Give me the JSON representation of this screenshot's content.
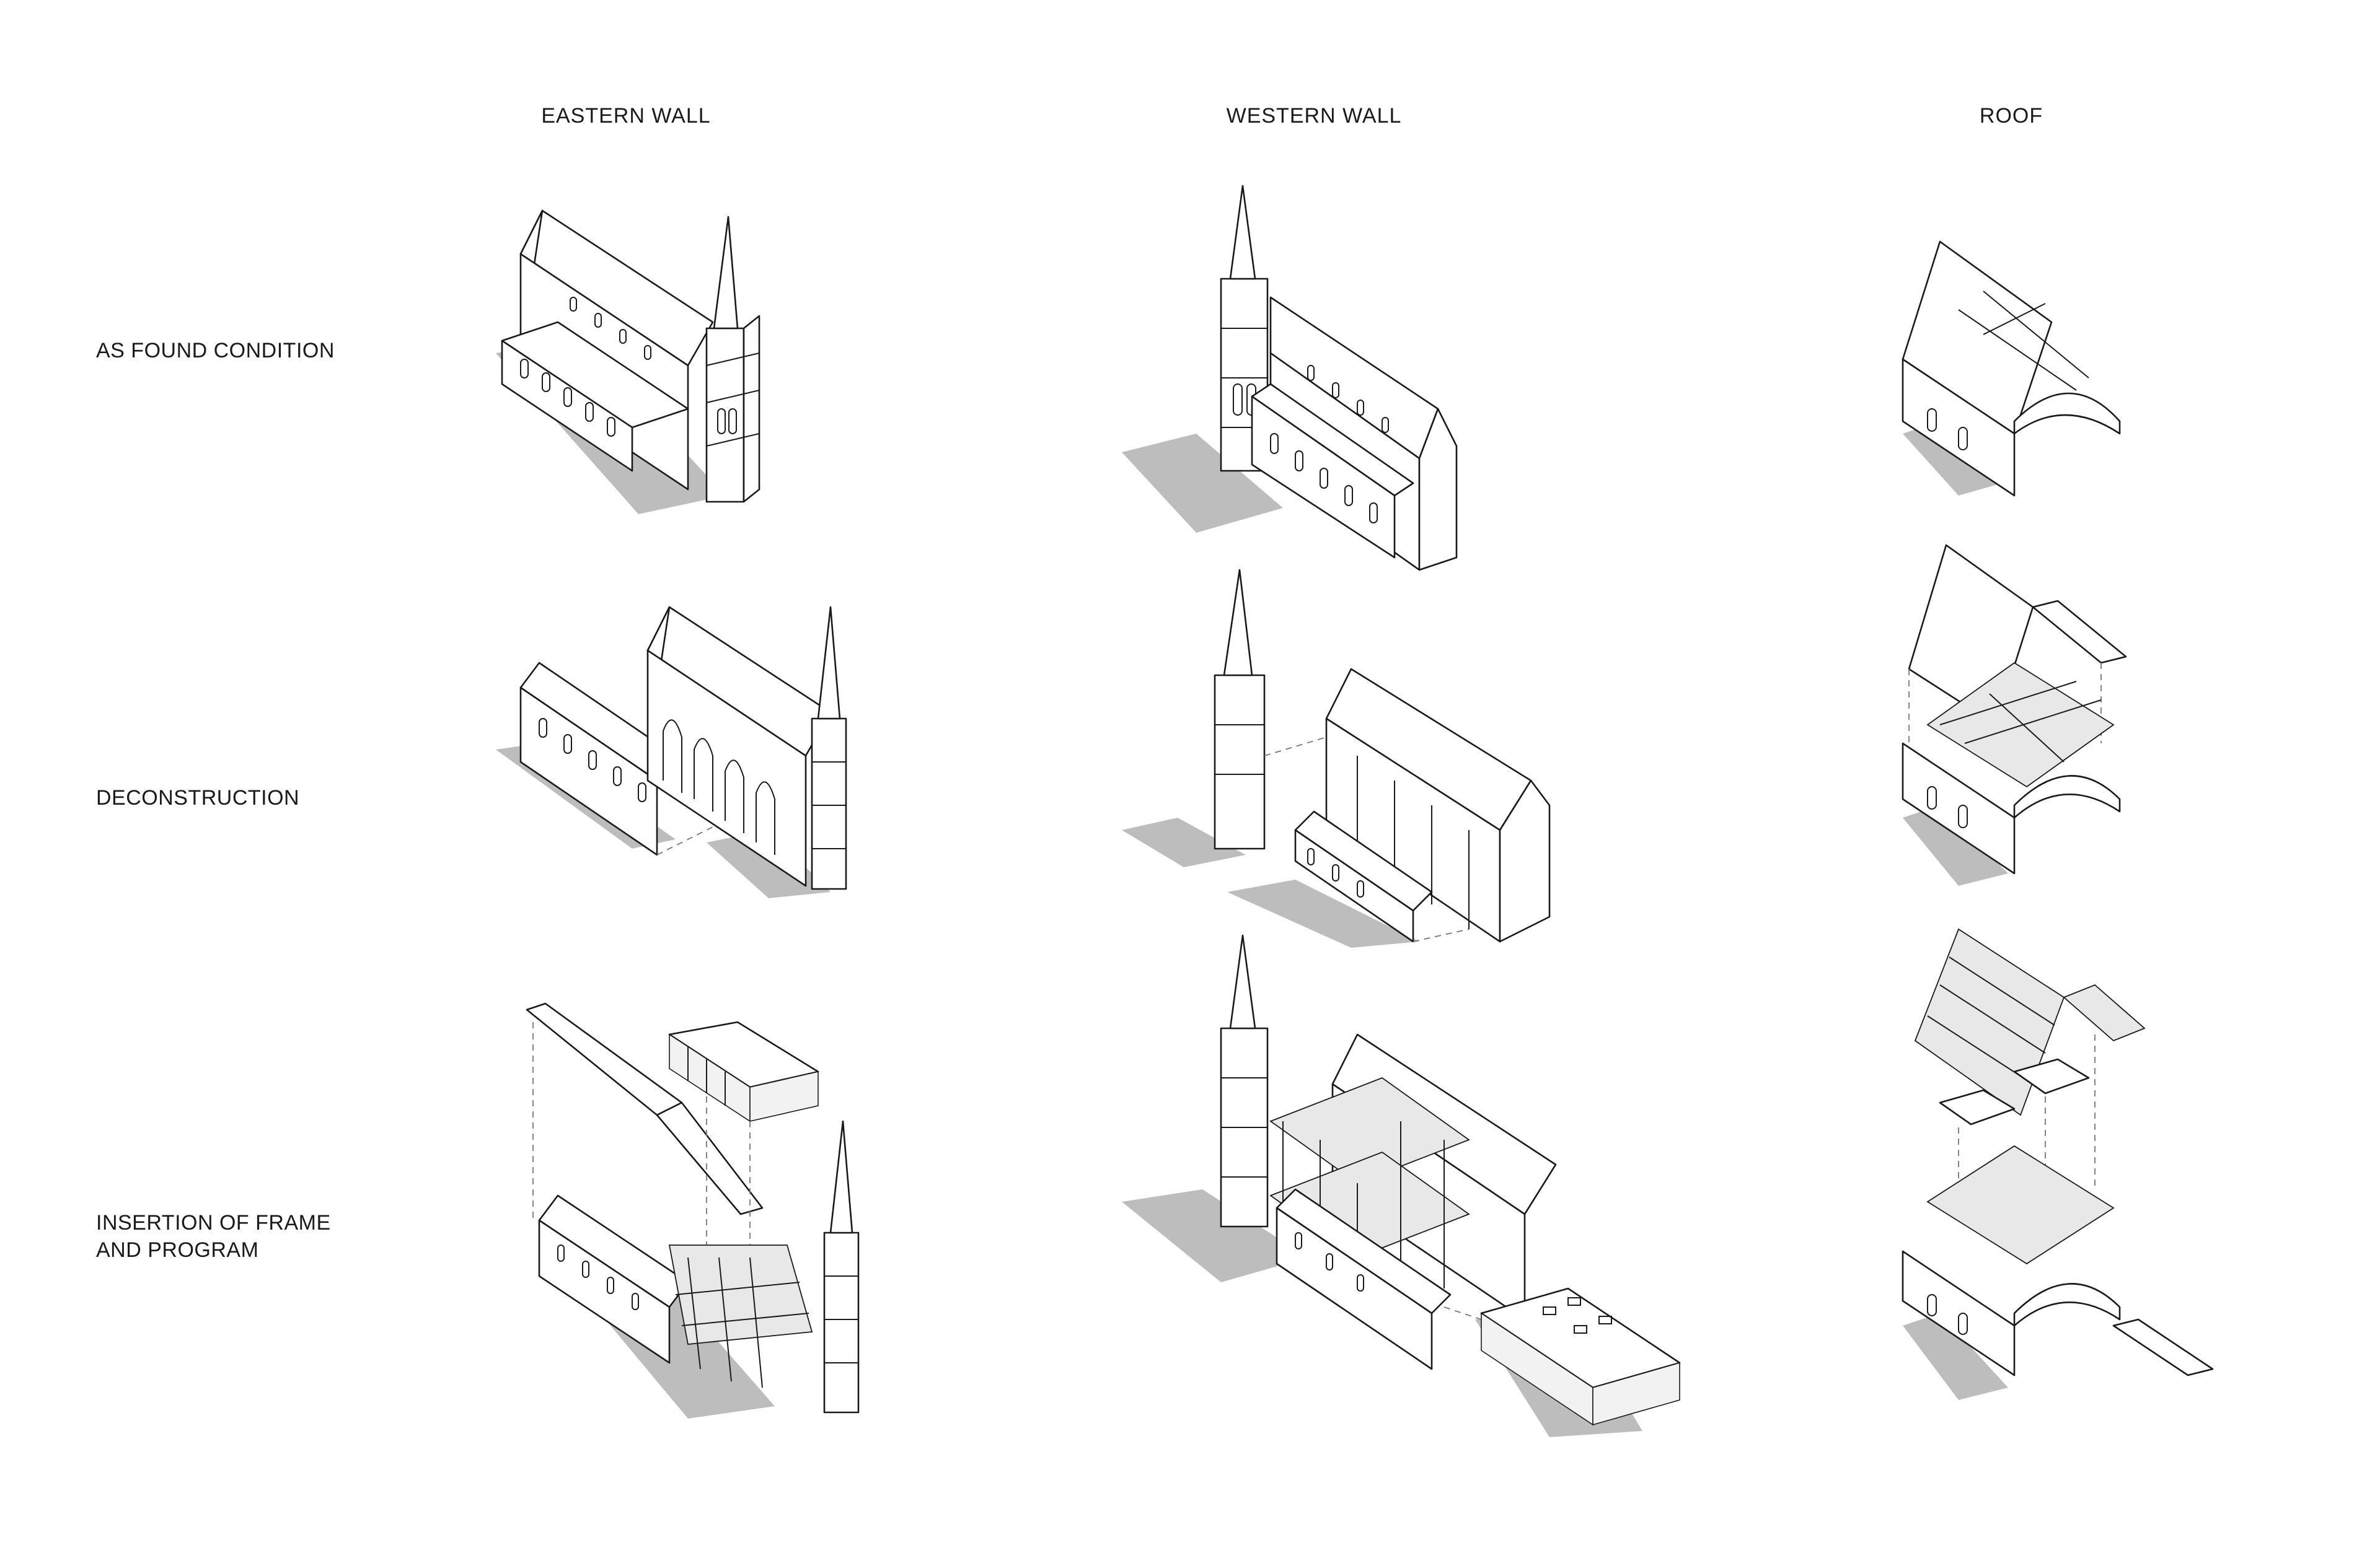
{
  "columns": [
    {
      "label": "EASTERN WALL"
    },
    {
      "label": "WESTERN WALL"
    },
    {
      "label": "ROOF"
    }
  ],
  "rows": [
    {
      "label_lines": [
        "AS FOUND CONDITION"
      ]
    },
    {
      "label_lines": [
        "DECONSTRUCTION"
      ]
    },
    {
      "label_lines": [
        "INSERTION OF FRAME",
        "AND PROGRAM"
      ]
    }
  ],
  "colors": {
    "line": "#1a1a1a",
    "shadow": "#bdbdbd",
    "background": "#ffffff"
  }
}
